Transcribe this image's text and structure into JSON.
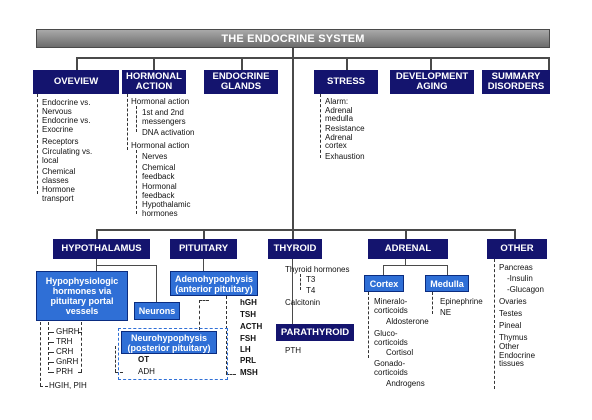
{
  "title": "THE ENDOCRINE SYSTEM",
  "top_boxes": [
    "OVEVIEW",
    "HORMONAL\nACTION",
    "ENDOCRINE\nGLANDS",
    "STRESS",
    "DEVELOPMENT\nAGING",
    "SUMMARY\nDISORDERS"
  ],
  "overview_items": [
    "Endocrine vs.\nNervous",
    "Endocrine vs.\nExocrine",
    "Receptors",
    "Circulating vs.\nlocal",
    "Chemical\nclasses",
    "Hormone\ntransport"
  ],
  "hormonal_action": {
    "h1": "Hormonal action",
    "s1": [
      "1st and 2nd\nmessengers",
      "DNA activation"
    ],
    "h2": "Hormonal action",
    "s2": [
      "Nerves",
      "Chemical\nfeedback",
      "Hormonal\nfeedback",
      "Hypothalamic\nhormones"
    ]
  },
  "stress_items": [
    "Alarm:\nAdrenal\nmedulla",
    "Resistance\nAdrenal\ncortex",
    "Exhaustion"
  ],
  "gland_boxes": [
    "HYPOTHALAMUS",
    "PITUITARY",
    "THYROID",
    "ADRENAL",
    "OTHER"
  ],
  "hypothalamus": {
    "portal_box": "Hypophysiologic\nhormones via\npituitary portal\nvessels",
    "neurons_box": "Neurons",
    "hormones": [
      "GHRH",
      "TRH",
      "CRH",
      "GnRH",
      "PRH"
    ],
    "hgih": "HGIH, PIH"
  },
  "pituitary": {
    "adeno": "Adenohypophysis\n(anterior pituitary)",
    "adeno_hormones": [
      "hGH",
      "TSH",
      "ACTH",
      "FSH",
      "LH",
      "PRL",
      "MSH"
    ],
    "neuro": "Neurohypophysis\n(posterior pituitary)",
    "neuro_hormones": [
      "OT",
      "ADH"
    ]
  },
  "thyroid": {
    "title": "Thyroid hormones",
    "hormones": [
      "T3",
      "T4"
    ],
    "calcitonin": "Calcitonin",
    "parathyroid": "PARATHYROID",
    "pth": "PTH"
  },
  "adrenal": {
    "cortex": "Cortex",
    "medulla": "Medulla",
    "cortex_items": [
      "Mineralo-\ncorticoids",
      "Aldosterone",
      "Gluco-\ncorticoids",
      "Cortisol",
      "Gonado-\ncorticoids",
      "Androgens"
    ],
    "medulla_items": [
      "Epinephrine",
      "NE"
    ]
  },
  "other": {
    "pancreas": "Pancreas",
    "pancreas_items": [
      "-Insulin",
      "-Glucagon"
    ],
    "items": [
      "Ovaries",
      "Testes",
      "Pineal",
      "Thymus",
      "Other\nEndocrine\ntissues"
    ]
  }
}
